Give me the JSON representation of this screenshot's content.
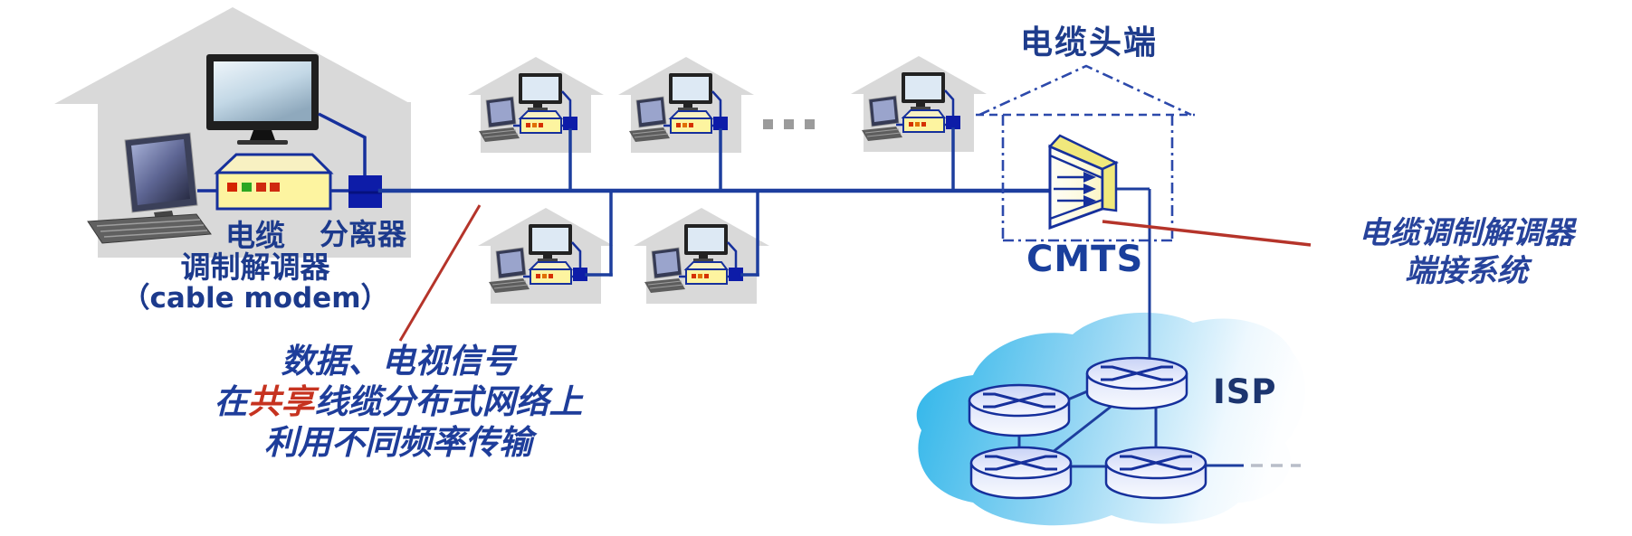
{
  "diagram_title": "cable-modem-hfc-network",
  "big_house": {
    "modem_label": [
      "电缆",
      "调制解调器",
      "（cable modem）"
    ],
    "splitter_label": "分离器"
  },
  "shared_cable_note": {
    "line1": "数据、电视信号",
    "line2_prefix": "在",
    "line2_highlight": "共享",
    "line2_suffix": "线缆分布式网络上",
    "line3": "利用不同频率传输"
  },
  "headend": {
    "label": "电缆头端",
    "cmts_label": "CMTS"
  },
  "cmts_note": {
    "line1": "电缆调制解调器",
    "line2": "端接系统"
  },
  "isp": {
    "label": "ISP"
  },
  "colors": {
    "cable_blue": "#1d3e9e",
    "splitter_blue": "#0d1ca8",
    "text_navy": "#1c3a8c",
    "annotation_red": "#b5342a",
    "highlight_red": "#c63320",
    "house_gray": "#d9d9d9",
    "modem_yellow": "#fdf4a2",
    "funnel_yellow": "#f0e87c",
    "cloud_cyan": "#29b4e9"
  }
}
